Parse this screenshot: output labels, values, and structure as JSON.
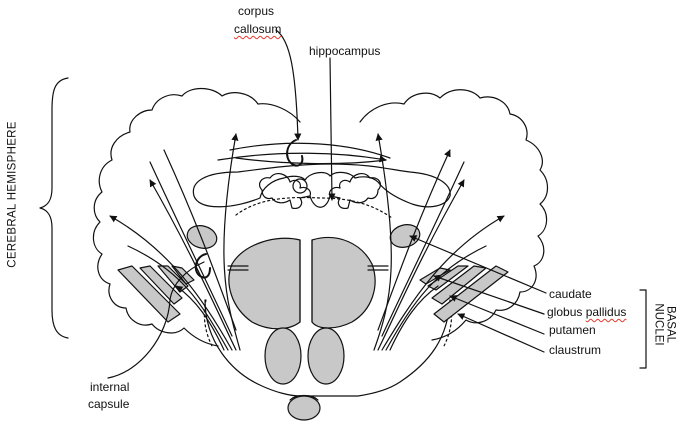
{
  "labels": {
    "corpus": "corpus",
    "callosum": "callosum",
    "hippocampus": "hippocampus",
    "cerebral_hemisphere": "CEREBRAL HEMISPHERE",
    "caudate": "caudate",
    "globus_pallidus": "globus pallidus",
    "putamen": "putamen",
    "claustrum": "claustrum",
    "basal": "BASAL",
    "nuclei": "NUCLEI",
    "internal": "internal",
    "capsule": "capsule"
  },
  "colors": {
    "stroke": "#111111",
    "fill_gray": "#c8c8c8",
    "background": "#ffffff",
    "spellcheck": "#e23a2e"
  }
}
